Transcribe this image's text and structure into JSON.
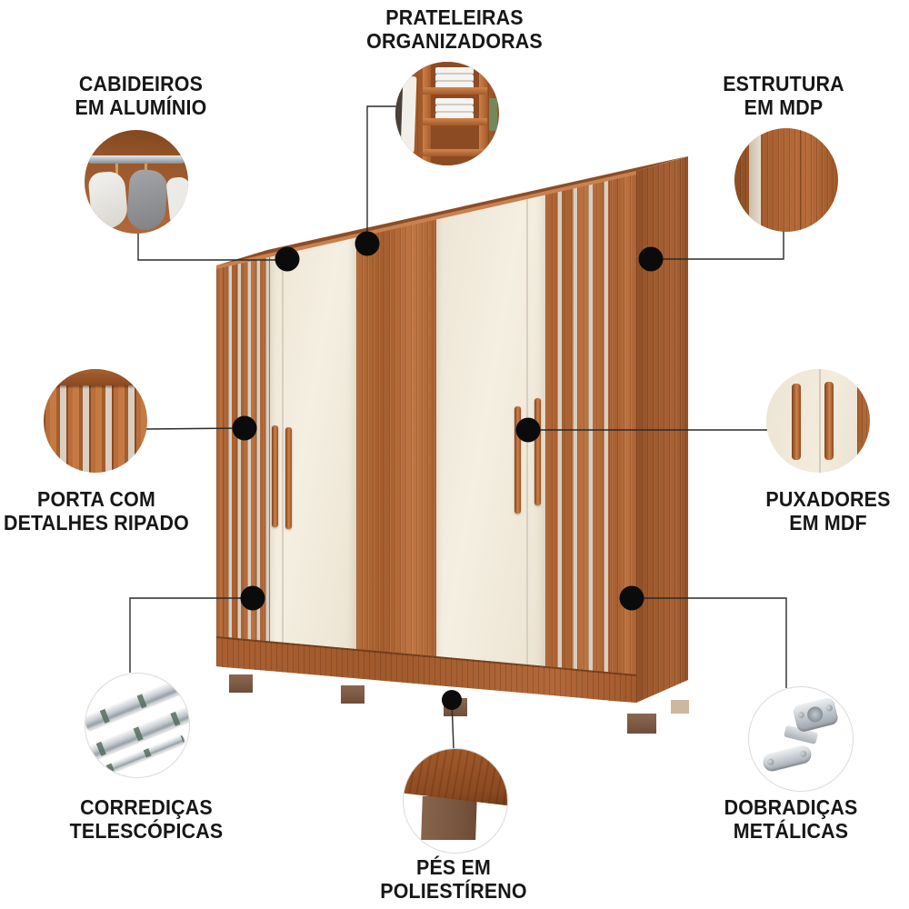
{
  "callouts": {
    "prateleiras": {
      "line1": "PRATELEIRAS",
      "line2": "ORGANIZADORAS"
    },
    "cabideiros": {
      "line1": "CABIDEIROS",
      "line2": "EM ALUMÍNIO"
    },
    "estrutura": {
      "line1": "ESTRUTURA",
      "line2": "EM MDP"
    },
    "porta": {
      "line1": "PORTA COM",
      "line2": "DETALHES RIPADO"
    },
    "puxadores": {
      "line1": "PUXADORES",
      "line2": "EM MDF"
    },
    "corredicas": {
      "line1": "CORREDIÇAS",
      "line2": "TELESCÓPICAS"
    },
    "dobradicas": {
      "line1": "DOBRADIÇAS",
      "line2": "METÁLICAS"
    },
    "pes": {
      "line1": "PÉS EM",
      "line2": "POLIESTÍRENO"
    }
  },
  "colors": {
    "bg": "#ffffff",
    "text": "#171717",
    "line": "#2a2a2a",
    "dot": "#0b0b0b",
    "wood": "#b06536",
    "woodDark": "#9a552a",
    "cream": "#f0e9db",
    "gap": "#d8cec0",
    "metal": "#c3c8cd",
    "foot": "#7a5740"
  }
}
